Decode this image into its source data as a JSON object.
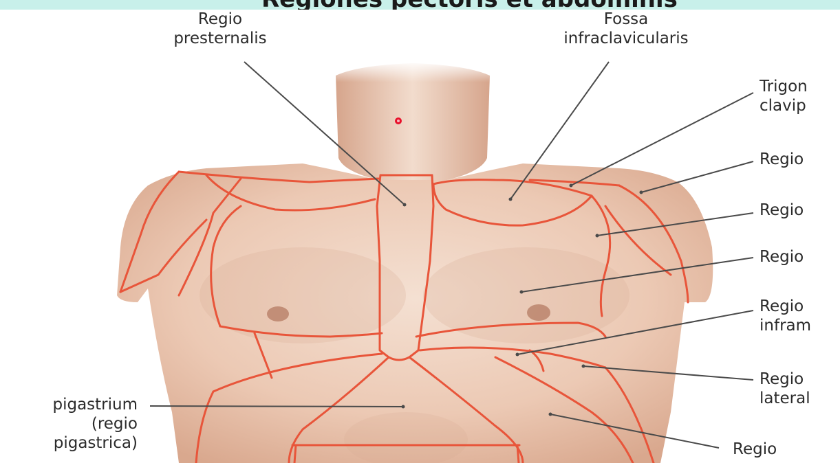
{
  "colors": {
    "skin_light": "#f1d8c6",
    "skin_mid": "#e2b8a0",
    "skin_shadow": "#c99a82",
    "region_lines": "#e8553a",
    "leader_lines": "#4a4a4a",
    "band": "#c8f0ea",
    "marker": "#e8102a"
  },
  "header": {
    "partial_title": "Regiones pectoris et abdominis"
  },
  "labels": {
    "presternalis": {
      "line1": "Regio",
      "line2": "presternalis"
    },
    "infraclavicularis": {
      "line1": "Fossa",
      "line2": "infraclavicularis"
    },
    "trigonum": {
      "line1": "Trigon",
      "line2": "clavip"
    },
    "deltoidea": {
      "line1": "Regio"
    },
    "axillaris": {
      "line1": "Regio"
    },
    "pectoralis": {
      "line1": "Regio"
    },
    "inframammaria": {
      "line1": "Regio",
      "line2": "infram"
    },
    "lateralis": {
      "line1": "Regio",
      "line2": "lateral"
    },
    "hypochondriaca": {
      "line1": "Regio"
    },
    "epigastrium": {
      "line1": "pigastrium",
      "line2": "(regio",
      "line3": "pigastrica)"
    }
  }
}
